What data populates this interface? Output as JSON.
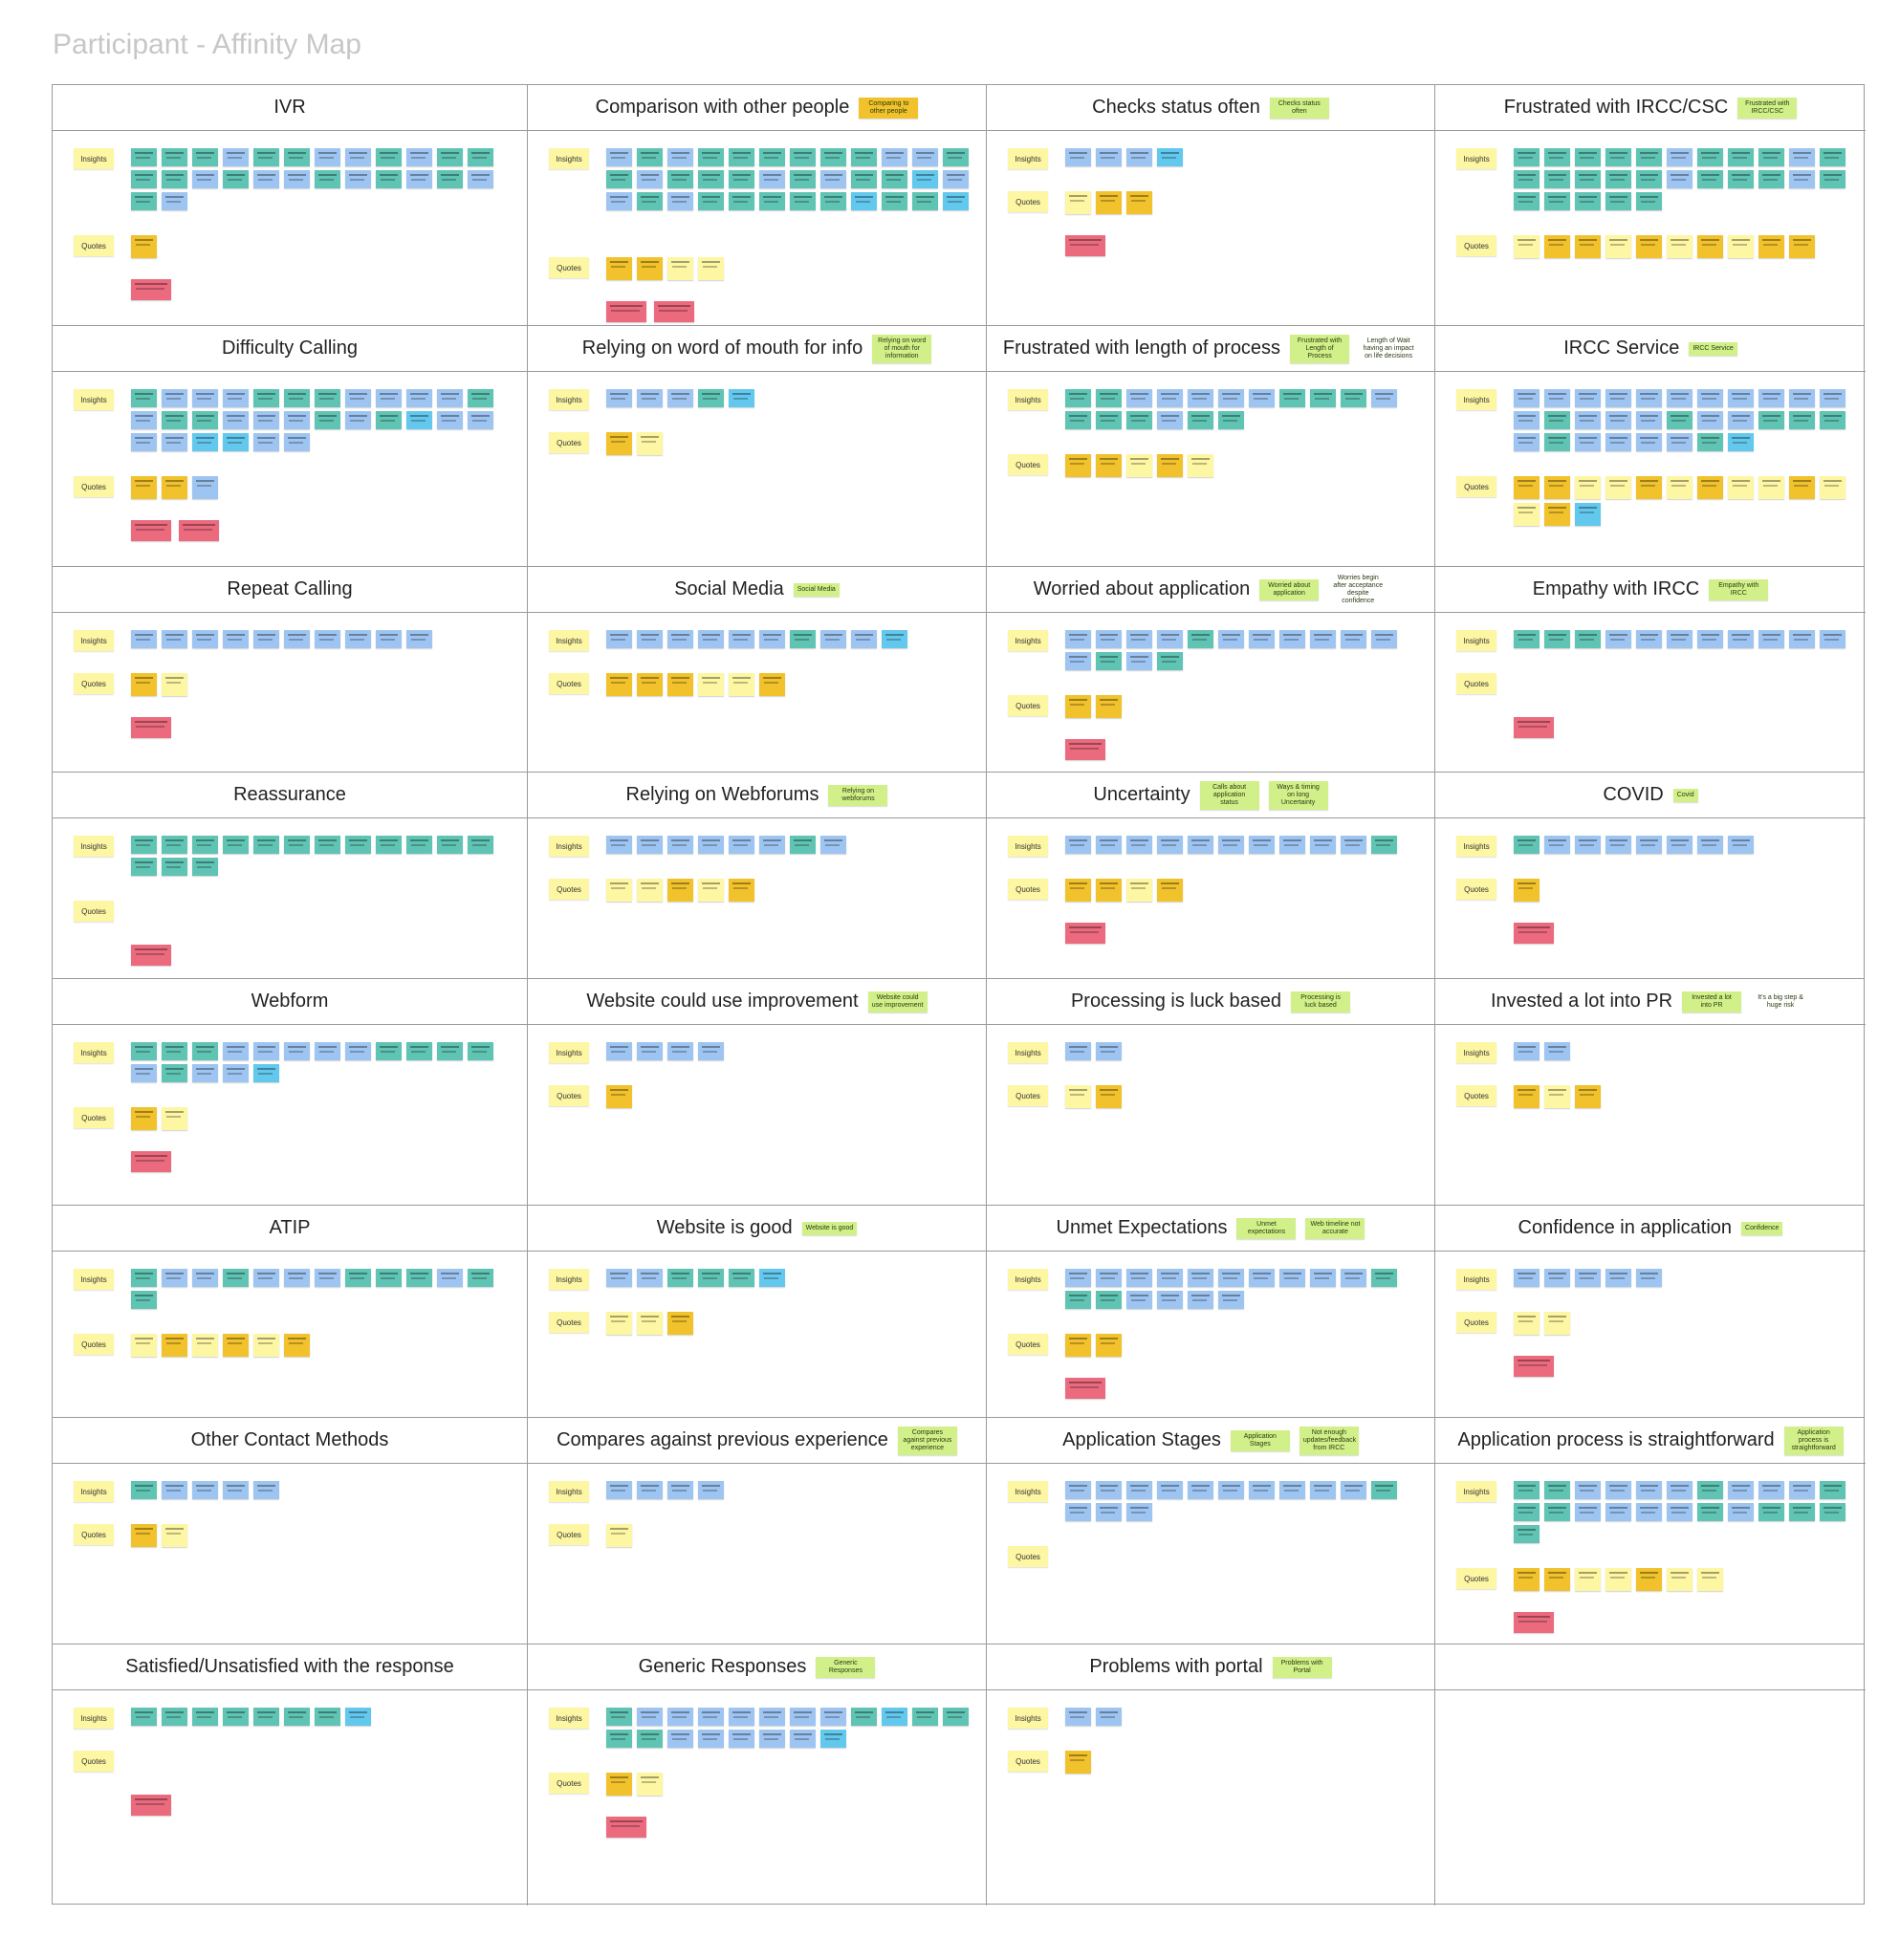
{
  "page": {
    "title": "Participant - Affinity Map"
  },
  "labels": {
    "insights": "Insights",
    "quotes": "Quotes"
  },
  "colors": {
    "insight_teal": "#5fc4b3",
    "insight_blue": "#9ec5f2",
    "insight_cyan": "#63c8ee",
    "quote_orange": "#f2c22c",
    "quote_yellow": "#fdf6a3",
    "theme_tag_green": "#d2f08a",
    "callout_red": "#ec6a7e",
    "grid_border": "#9a9a9a",
    "title_grey": "#c7c7c7"
  },
  "rows": [
    {
      "cells": [
        {
          "title": "IVR",
          "tags": [],
          "insights": "tttbttbbtbttttbtbbtbtbtbtb",
          "quotes": "o",
          "red": 1
        },
        {
          "title": "Comparison with other people",
          "tags": [
            {
              "text": "Comparing to other people",
              "style": "orange"
            }
          ],
          "insights": "btbttttttbbttbtttbtbttcbbtbtttttcttc",
          "quotes": "ooyy",
          "red": 2
        },
        {
          "title": "Checks status often",
          "tags": [
            {
              "text": "Checks status often"
            }
          ],
          "insights": "bbbc",
          "quotes": "yoo",
          "red": 1
        },
        {
          "title": "Frustrated with IRCC/CSC",
          "tags": [
            {
              "text": "Frustrated with IRCC/CSC"
            }
          ],
          "insights": "tttttbtttbttttttbtttbtttttt",
          "quotes": "yooyoyoyoo",
          "red": 0
        }
      ]
    },
    {
      "cells": [
        {
          "title": "Difficulty Calling",
          "tags": [],
          "insights": "tbbbtttbbbbtbttbbbtbtcbbbbccbb",
          "quotes": "oob",
          "red": 2
        },
        {
          "title": "Relying on word of mouth for info",
          "tags": [
            {
              "text": "Relying on word of mouth for information"
            }
          ],
          "insights": "bbbtc",
          "quotes": "oy",
          "red": 0
        },
        {
          "title": "Frustrated with length of process",
          "tags": [
            {
              "text": "Frustrated with Length of Process"
            },
            {
              "text": "Length of Wait having an impact on life decisions",
              "style": "plain"
            }
          ],
          "insights": "ttbbbbbtttbtttbtt",
          "quotes": "ooyoy",
          "red": 0
        },
        {
          "title": "IRCC Service",
          "tags": [
            {
              "text": "IRCC Service"
            }
          ],
          "insights": "bbbbbbbbbbbbtbbbtbbtttbtbbbbtc",
          "quotes": "ooyyoyoyyoyyoc",
          "red": 1
        }
      ]
    },
    {
      "cells": [
        {
          "title": "Repeat Calling",
          "tags": [],
          "insights": "bbbbbbbbbb",
          "quotes": "oy",
          "red": 1
        },
        {
          "title": "Social Media",
          "tags": [
            {
              "text": "Social Media"
            }
          ],
          "insights": "bbbbbbtbbc",
          "quotes": "oooyyo",
          "red": 0
        },
        {
          "title": "Worried about application",
          "tags": [
            {
              "text": "Worried about application"
            },
            {
              "text": "Worries begin after acceptance despite confidence",
              "style": "plain"
            }
          ],
          "insights": "bbbbtbbbbbbbtbt",
          "quotes": "oo",
          "red": 1
        },
        {
          "title": "Empathy with IRCC",
          "tags": [
            {
              "text": "Empathy with IRCC"
            }
          ],
          "insights": "tttbbbbbbbb",
          "quotes": "",
          "red": 1
        }
      ]
    },
    {
      "cells": [
        {
          "title": "Reassurance",
          "tags": [],
          "insights": "ttttttttttttttt",
          "quotes": "",
          "red": 1
        },
        {
          "title": "Relying on Webforums",
          "tags": [
            {
              "text": "Relying on webforums"
            }
          ],
          "insights": "bbbbbbtb",
          "quotes": "yyoyo",
          "red": 0
        },
        {
          "title": "Uncertainty",
          "tags": [
            {
              "text": "Calls about application status"
            },
            {
              "text": "Ways & timing on long Uncertainty"
            }
          ],
          "insights": "bbbbbbbbbbt",
          "quotes": "ooyo",
          "red": 1
        },
        {
          "title": "COVID",
          "tags": [
            {
              "text": "Covid"
            }
          ],
          "insights": "tbbbbbbb",
          "quotes": "o",
          "red": 1
        }
      ]
    },
    {
      "cells": [
        {
          "title": "Webform",
          "tags": [],
          "insights": "tttbbbbbttttbtbbc",
          "quotes": "oy",
          "red": 1
        },
        {
          "title": "Website could use improvement",
          "tags": [
            {
              "text": "Website could use improvement"
            }
          ],
          "insights": "bbbb",
          "quotes": "o",
          "red": 0
        },
        {
          "title": "Processing is luck based",
          "tags": [
            {
              "text": "Processing is luck based"
            }
          ],
          "insights": "bb",
          "quotes": "yo",
          "red": 0
        },
        {
          "title": "Invested a lot into PR",
          "tags": [
            {
              "text": "Invested a lot into PR"
            },
            {
              "text": "It's a big step & huge risk",
              "style": "plain"
            }
          ],
          "insights": "bb",
          "quotes": "oyo",
          "red": 0
        }
      ]
    },
    {
      "cells": [
        {
          "title": "ATIP",
          "tags": [],
          "insights": "tbbtbbbtttbtt",
          "quotes": "yoyoyo",
          "red": 0
        },
        {
          "title": "Website is good",
          "tags": [
            {
              "text": "Website is good"
            }
          ],
          "insights": "bbtttc",
          "quotes": "yyo",
          "red": 0
        },
        {
          "title": "Unmet Expectations",
          "tags": [
            {
              "text": "Unmet expectations"
            },
            {
              "text": "Web timeline not accurate"
            }
          ],
          "insights": "bbbbbbbbbbtttbbbb",
          "quotes": "oo",
          "red": 1
        },
        {
          "title": "Confidence in application",
          "tags": [
            {
              "text": "Confidence"
            }
          ],
          "insights": "bbbbb",
          "quotes": "yy",
          "red": 1
        }
      ]
    },
    {
      "cells": [
        {
          "title": "Other Contact Methods",
          "tags": [],
          "insights": "tbbbb",
          "quotes": "oy",
          "red": 0
        },
        {
          "title": "Compares against previous experience",
          "tags": [
            {
              "text": "Compares against previous experience"
            }
          ],
          "insights": "bbbb",
          "quotes": "y",
          "red": 0
        },
        {
          "title": "Application Stages",
          "tags": [
            {
              "text": "Application Stages"
            },
            {
              "text": "Not enough updates/feedback from IRCC"
            }
          ],
          "insights": "bbbbbbbbbbtbbb",
          "quotes": "",
          "red": 0
        },
        {
          "title": "Application process is straightforward",
          "tags": [
            {
              "text": "Application process is straightforward"
            }
          ],
          "insights": "ttbbbbtbbbtttbbbbtbtttt",
          "quotes": "ooyyoyy",
          "red": 1
        }
      ]
    },
    {
      "cells": [
        {
          "title": "Satisfied/Unsatisfied with the response",
          "tags": [],
          "insights": "tttttttc",
          "quotes": "",
          "red": 1
        },
        {
          "title": "Generic Responses",
          "tags": [
            {
              "text": "Generic Responses"
            }
          ],
          "insights": "tbbbbbbbtcttttbbbbbc",
          "quotes": "oy",
          "red": 1
        },
        {
          "title": "Problems with portal",
          "tags": [
            {
              "text": "Problems with Portal"
            }
          ],
          "insights": "bb",
          "quotes": "o",
          "red": 0
        },
        {
          "title": "",
          "tags": [],
          "insights": "",
          "quotes": "",
          "red": 0
        }
      ]
    }
  ]
}
